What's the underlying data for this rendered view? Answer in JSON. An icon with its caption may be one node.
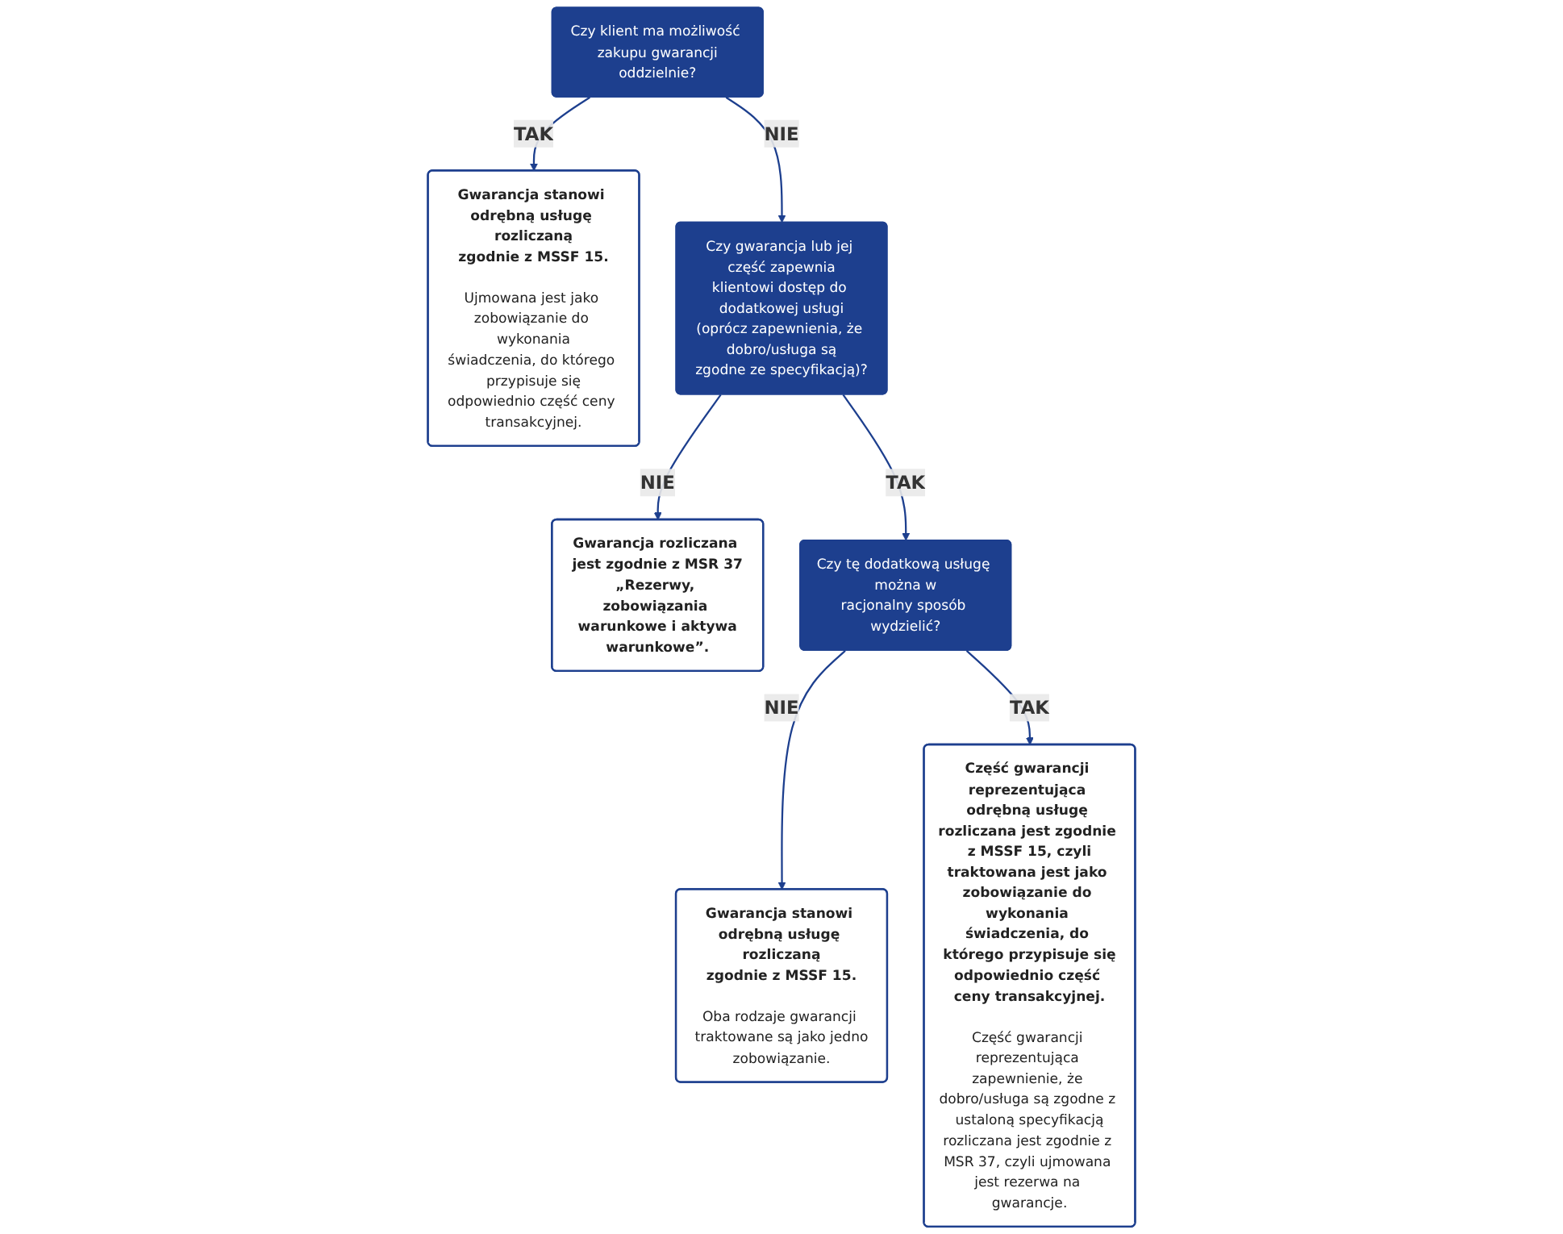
{
  "diagram": {
    "nodes": [
      {
        "text": [
          "Czy klient ma możliwość zakupu gwarancji oddzielnie?"
        ]
      },
      {
        "text": [
          "Gwarancja stanowi odrębną usługę rozliczaną zgodnie z MSSF 15.",
          "Ujmowana jest jako zobowiązanie do wykonania świadczenia, do którego przypisuje się odpowiednio część ceny transakcyjnej."
        ]
      },
      {
        "text": [
          "Czy gwarancja lub jej część zapewnia klientowi dostęp do dodatkowej usługi (oprócz zapewnienia, że dobro/usługa są zgodne ze specyfikacją)?"
        ]
      },
      {
        "text": [
          "Gwarancja rozliczana jest zgodnie z MSR 37 „Rezerwy, zobowiązania warunkowe i aktywa warunkowe”."
        ]
      },
      {
        "text": [
          "Czy tę dodatkową usługę można w racjonalny sposób wydzielić?"
        ]
      },
      {
        "text": [
          "Gwarancja stanowi odrębną usługę rozliczaną zgodnie z MSSF 15.",
          "Oba rodzaje gwarancji traktowane są jako jedno zobowiązanie."
        ]
      },
      {
        "text": [
          "Część gwarancji reprezentująca odrębną usługę rozliczana jest zgodnie z MSSF 15, czyli traktowana jest jako zobowiązanie do wykonania świadczenia, do którego przypisuje się odpowiednio część ceny transakcyjnej.",
          "Część gwarancji reprezentująca zapewnienie, że dobro/usługa są zgodne z ustaloną specyfikacją rozliczana jest zgodnie z MSR 37, czyli ujmowana jest rezerwa na gwarancje."
        ]
      }
    ],
    "edges": [
      {
        "from": 0,
        "to": 1,
        "arrow": "to",
        "label": "TAK"
      },
      {
        "from": 0,
        "to": 2,
        "arrow": "to",
        "label": "NIE"
      },
      {
        "from": 2,
        "to": 3,
        "arrow": "to",
        "label": "NIE"
      },
      {
        "from": 2,
        "to": 4,
        "arrow": "to",
        "label": "TAK"
      },
      {
        "from": 4,
        "to": 5,
        "arrow": "to",
        "label": "NIE"
      },
      {
        "from": 4,
        "to": 6,
        "arrow": "to",
        "label": "TAK"
      }
    ]
  }
}
